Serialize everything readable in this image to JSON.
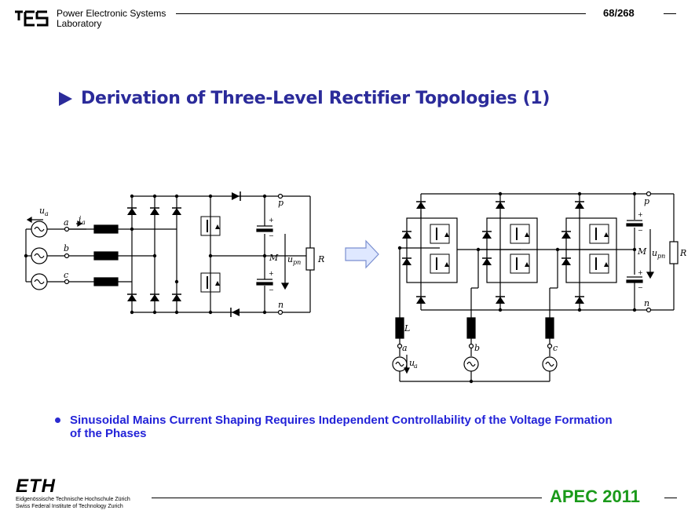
{
  "header": {
    "lab_name_line1": "Power Electronic Systems",
    "lab_name_line2": "Laboratory",
    "page": "68/268"
  },
  "slide": {
    "title": "Derivation of Three-Level Rectifier Topologies (1)",
    "bullet": "Sinusoidal Mains Current Shaping Requires Independent Controllability of the Voltage Formation of the Phases"
  },
  "footer": {
    "eth_logo": "ETH",
    "eth_line1": "Eidgenössische Technische Hochschule Zürich",
    "eth_line2": "Swiss Federal Institute of Technology Zurich",
    "conference": "APEC 2011"
  },
  "diagram_labels": {
    "ua": "u",
    "ua_sub": "a",
    "ia": "i",
    "ia_sub": "a",
    "a": "a",
    "b": "b",
    "c": "c",
    "p": "p",
    "n": "n",
    "M": "M",
    "upn": "u",
    "upn_sub": "pn",
    "R": "R",
    "L": "L",
    "plus": "+",
    "minus": "−"
  }
}
